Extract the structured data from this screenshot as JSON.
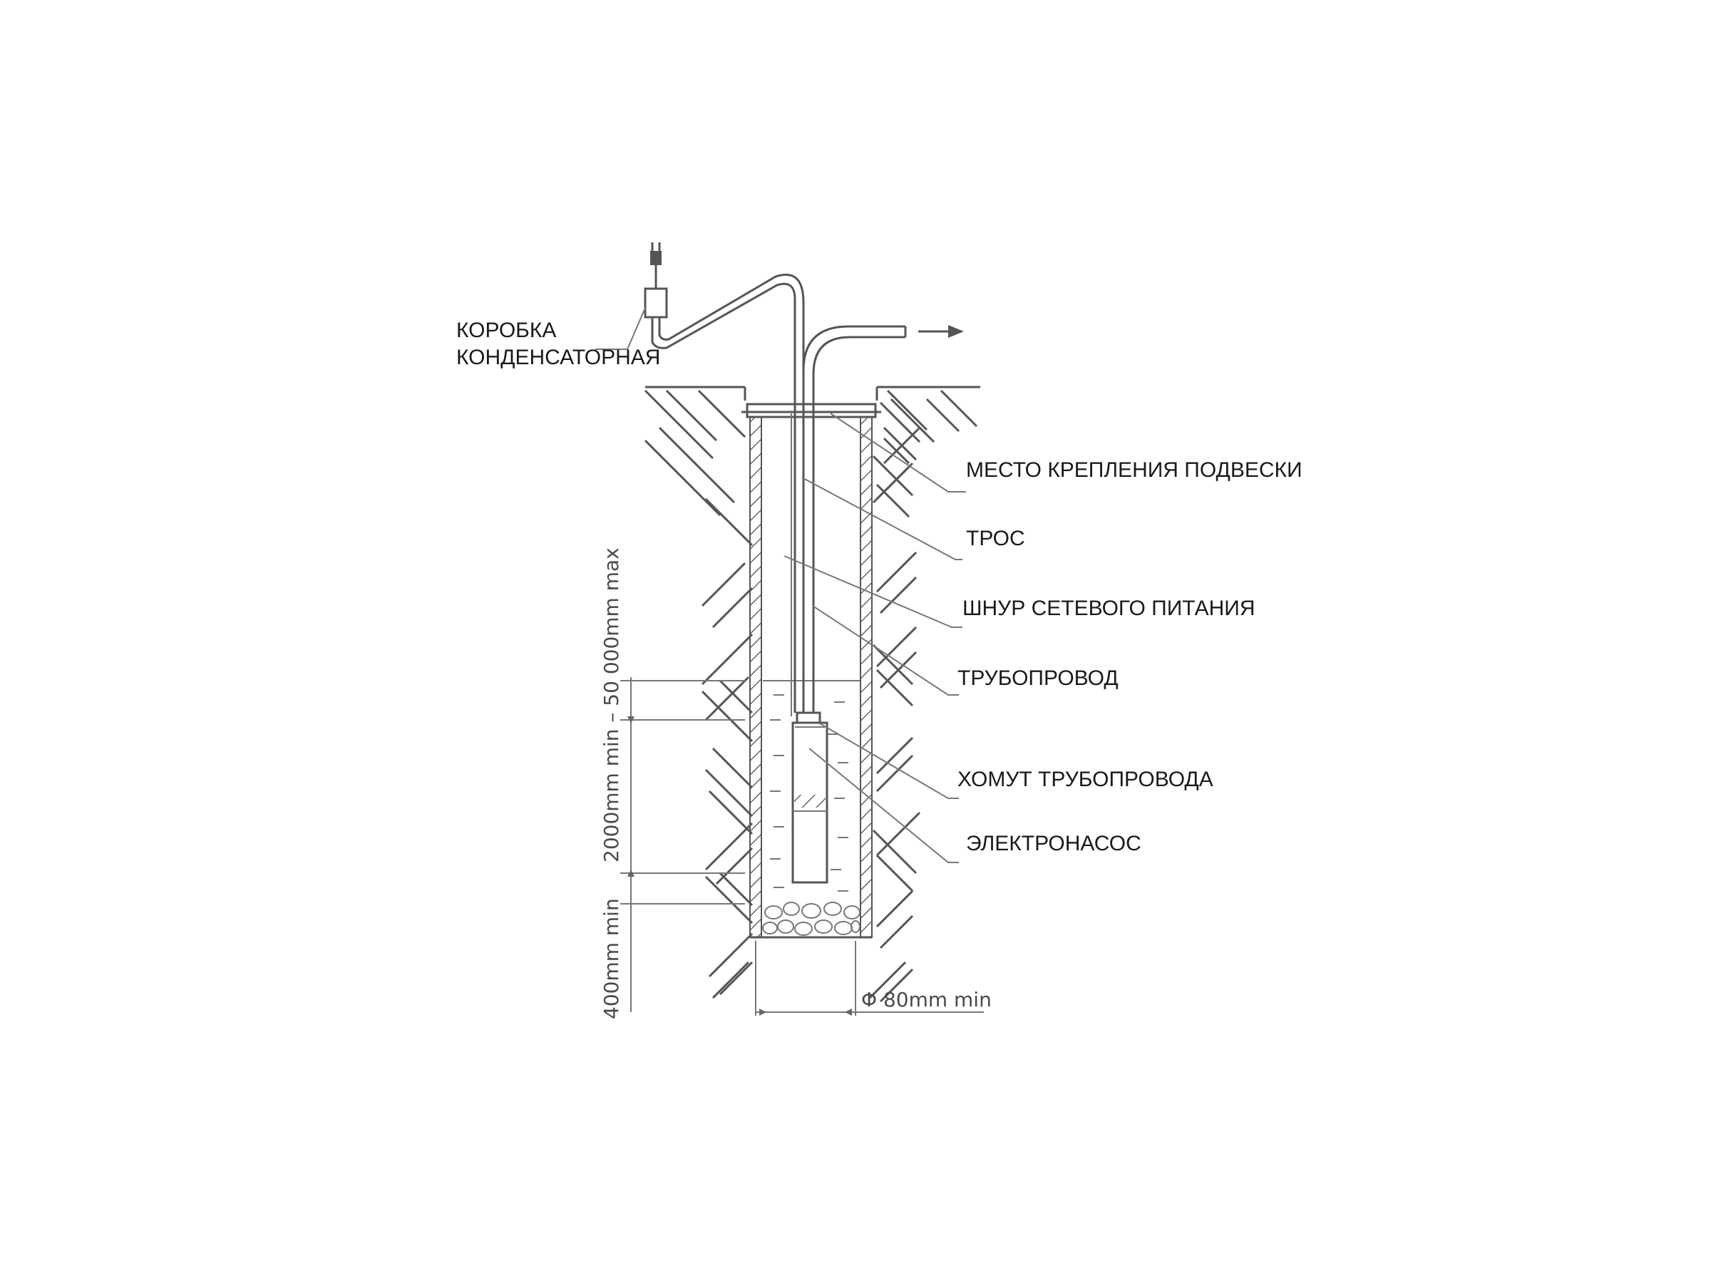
{
  "labels": {
    "capacitor_box": [
      "КОРОБКА",
      "КОНДЕНСАТОРНАЯ"
    ],
    "suspension_point": "МЕСТО КРЕПЛЕНИЯ ПОДВЕСКИ",
    "cable": "ТРОС",
    "power_cord": "ШНУР СЕТЕВОГО ПИТАНИЯ",
    "pipeline": "ТРУБОПРОВОД",
    "pipe_clamp": "ХОМУТ ТРУБОПРОВОДА",
    "pump": "ЭЛЕКТРОНАСОС"
  },
  "dimensions": {
    "immersion_depth": "2000mm min – 50 000mm max",
    "bottom_clearance": "400mm min",
    "well_diameter": "Φ 80mm min"
  },
  "colors": {
    "line": "#555555",
    "text": "#1a1a1a"
  },
  "icons": {
    "flow_arrow": "arrow-right-icon",
    "plug": "plug-icon"
  }
}
